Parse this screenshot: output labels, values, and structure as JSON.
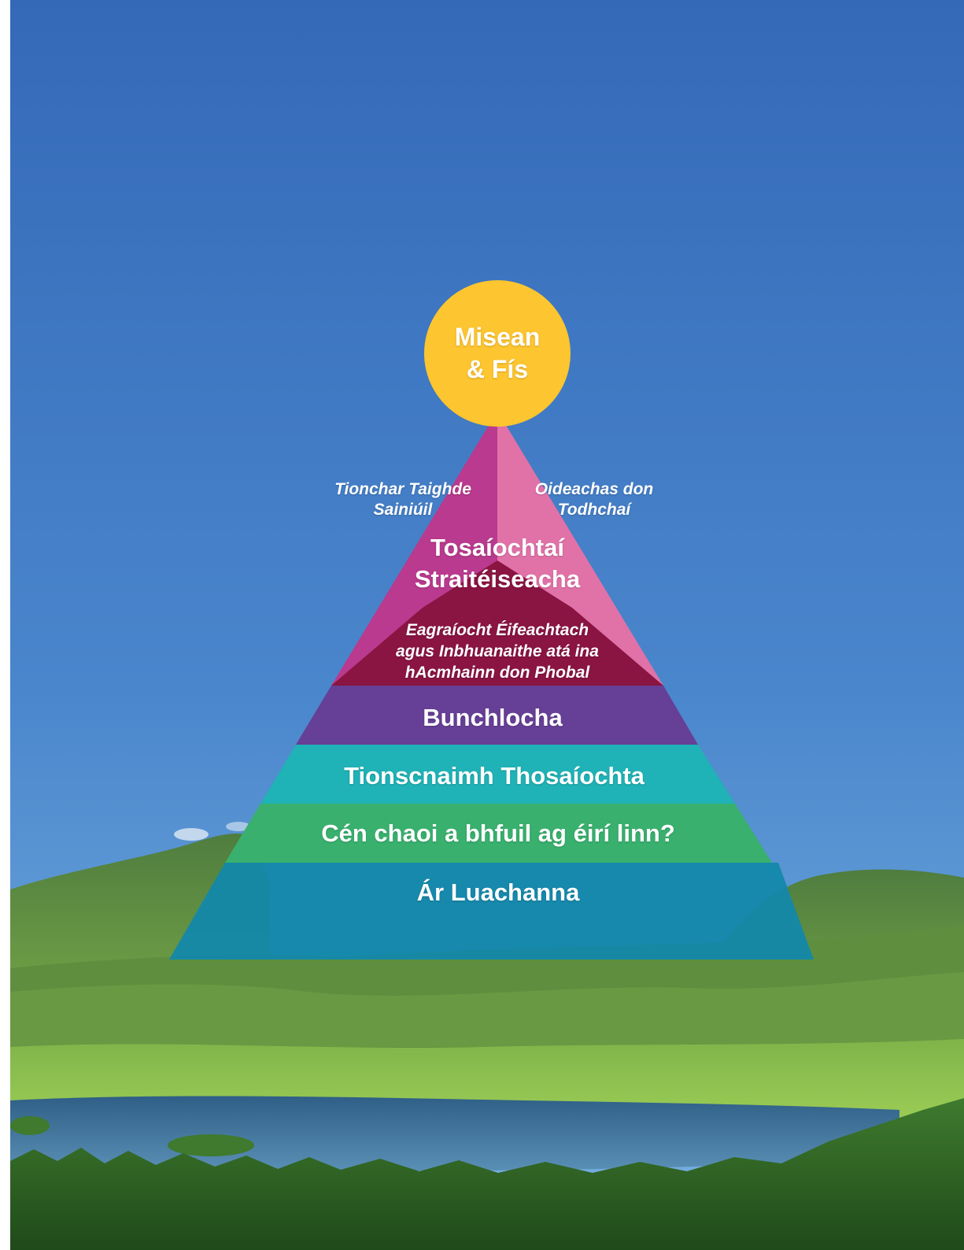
{
  "diagram": {
    "top_circle": {
      "lines": [
        "Misean",
        "& Fís"
      ],
      "color": "#fdc52f"
    },
    "pillar_left": {
      "lines": [
        "Tionchar Taighde",
        "Sainiúil"
      ],
      "color": "#b93a8e"
    },
    "pillar_right": {
      "lines": [
        "Oideachas don",
        "Todhchaí"
      ],
      "color": "#e072a8"
    },
    "strategic_priorities": {
      "lines": [
        "Tosaíochtaí",
        "Straitéiseacha"
      ]
    },
    "inner_triangle": {
      "lines": [
        "Eagraíocht Éifeachtach",
        "agus Inbhuanaithe atá ina",
        "hAcmhainn don Phobal"
      ],
      "color": "#8a1442"
    },
    "bands": [
      {
        "label": "Bunchlocha",
        "color": "#663f96"
      },
      {
        "label": "Tionscnaimh Thosaíochta",
        "color": "#1fb2b6"
      },
      {
        "label": "Cén chaoi a bhfuil ag éirí linn?",
        "color": "#39b06e"
      },
      {
        "label": "Ár Luachanna",
        "color": "#1388aa"
      }
    ]
  },
  "colors": {
    "sky_top": "#3a71be",
    "sky_bottom": "#5d9ed9",
    "mountain_dark": "#3d6b3a",
    "mountain_light": "#6fa044",
    "meadow": "#8cc04d",
    "lake": "#3b6f95",
    "forest": "#2a5a23"
  }
}
